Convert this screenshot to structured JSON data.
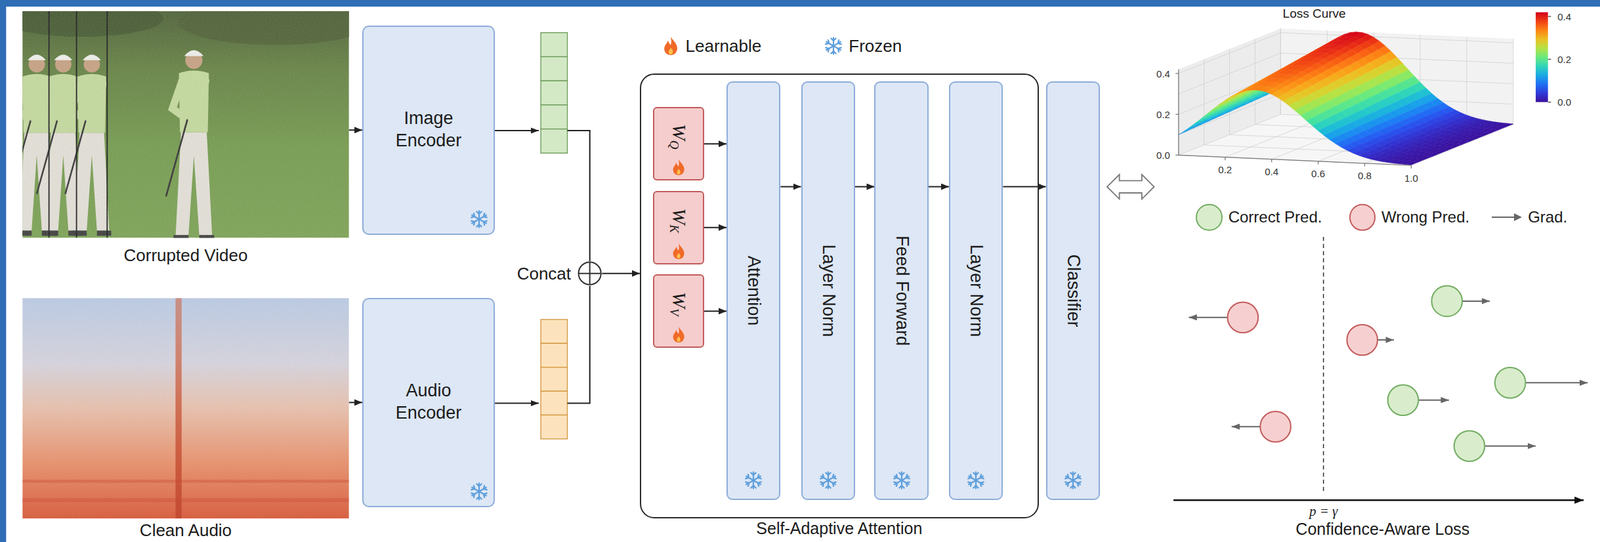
{
  "diagram": {
    "nodes": [
      {
        "text": [
          "Corrupted Video"
        ]
      },
      {
        "text": [
          "Image Encoder"
        ]
      },
      {
        "text": [
          "Clean Audio"
        ]
      },
      {
        "text": [
          "Audio Encoder"
        ]
      },
      {
        "text": [
          "Concat"
        ]
      },
      {
        "text": [
          "Self-Adaptive Attention"
        ]
      },
      {
        "text": [
          "W",
          "Q"
        ],
        "in": 5
      },
      {
        "text": [
          "W",
          "K"
        ],
        "in": 5
      },
      {
        "text": [
          "W",
          "V"
        ],
        "in": 5
      },
      {
        "text": [
          "Attention"
        ],
        "in": 5
      },
      {
        "text": [
          "Layer Norm"
        ],
        "in": 5
      },
      {
        "text": [
          "Feed Forward"
        ],
        "in": 5
      },
      {
        "text": [
          "Layer Norm"
        ],
        "in": 5
      },
      {
        "text": [
          "Classifier"
        ]
      }
    ],
    "edges": [
      {
        "from": 0,
        "to": 1,
        "arrow": "to"
      },
      {
        "from": 2,
        "to": 3,
        "arrow": "to"
      },
      {
        "from": 4,
        "to": 5,
        "arrow": "to"
      },
      {
        "from": 6,
        "to": 9,
        "arrow": "to"
      },
      {
        "from": 7,
        "to": 9,
        "arrow": "to"
      },
      {
        "from": 8,
        "to": 9,
        "arrow": "to"
      },
      {
        "from": 9,
        "to": 10,
        "arrow": "to"
      },
      {
        "from": 10,
        "to": 11,
        "arrow": "to"
      },
      {
        "from": 11,
        "to": 12,
        "arrow": "to"
      },
      {
        "from": 12,
        "to": 13,
        "arrow": "to"
      }
    ],
    "labels": [
      "Loss Curve",
      "0.4",
      "0.2",
      "0.0",
      "0.4",
      "0.2",
      "0.0",
      "0.2",
      "0.4",
      "0.6",
      "0.8",
      "1.0",
      "p = γ",
      "Confidence-Aware Loss"
    ],
    "legend": [
      {
        "text": "Learnable"
      },
      {
        "text": "Frozen"
      },
      {
        "text": "Correct Pred.",
        "color": "#d9edcc"
      },
      {
        "text": "Wrong Pred.",
        "color": "#f6d0d0"
      },
      {
        "text": "Grad."
      }
    ]
  }
}
